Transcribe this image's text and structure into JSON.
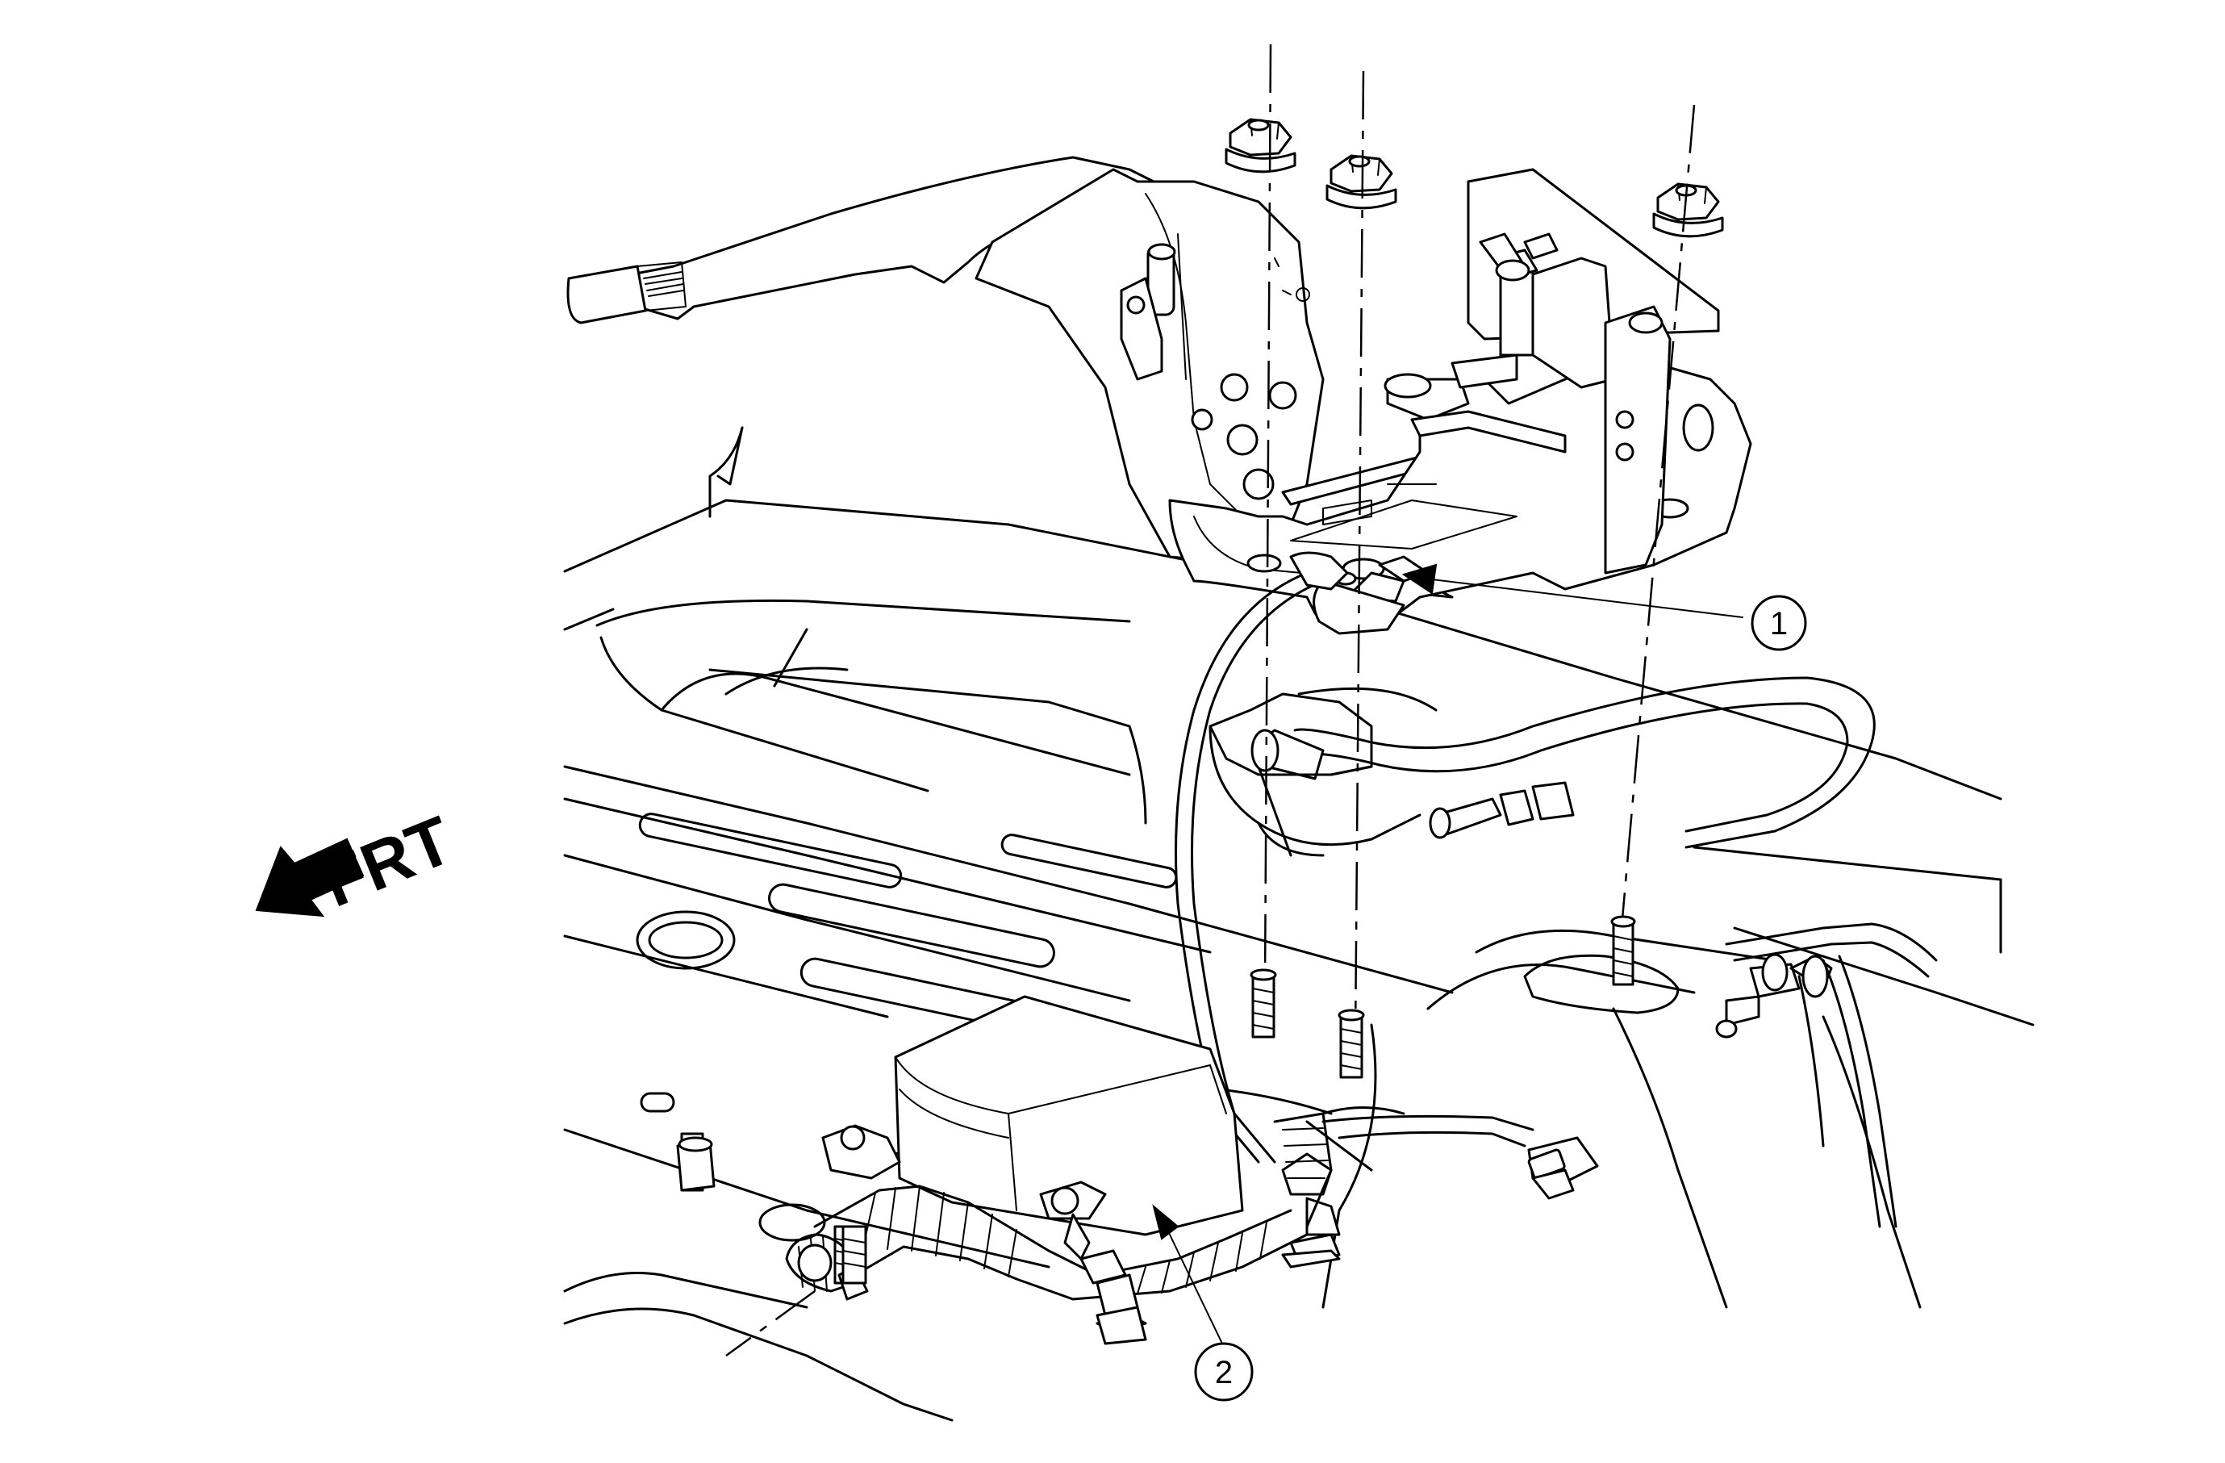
{
  "diagram": {
    "direction_label": "FRT",
    "callouts": [
      {
        "id": "1",
        "label": "1"
      },
      {
        "id": "2",
        "label": "2"
      }
    ],
    "colors": {
      "line": "#000000",
      "background": "#ffffff"
    },
    "icons": [
      "front-direction-arrow-icon",
      "callout-circle-icon"
    ]
  }
}
